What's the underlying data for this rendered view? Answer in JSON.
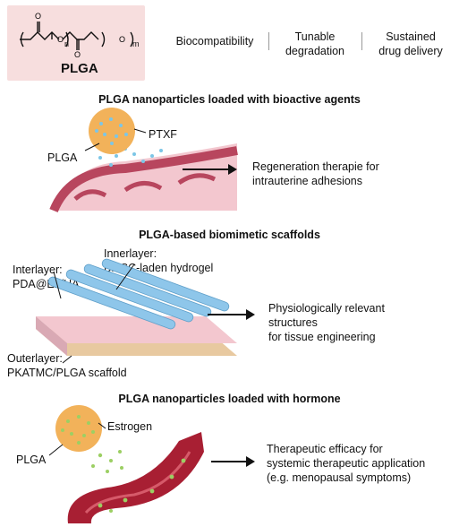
{
  "formula": {
    "label": "PLGA",
    "sub_n": "n",
    "sub_m": "m"
  },
  "properties": [
    {
      "line1": "Biocompatibility",
      "line2": ""
    },
    {
      "line1": "Tunable",
      "line2": "degradation"
    },
    {
      "line1": "Sustained",
      "line2": "drug delivery"
    }
  ],
  "section1": {
    "title": "PLGA nanoparticles loaded with bioactive agents",
    "particle_label": "PLGA",
    "drug_label": "PTXF",
    "outcome_line1": "Regeneration therapie for",
    "outcome_line2": "intrauterine adhesions"
  },
  "section2": {
    "title": "PLGA-based biomimetic scaffolds",
    "inner_line1": "Innerlayer:",
    "inner_line2": "BMSC-laden hydrogel",
    "inter_line1": "Interlayer:",
    "inter_line2": "PDA@E2/HA",
    "outer_line1": "Outerlayer:",
    "outer_line2": "PKATMC/PLGA scaffold",
    "outcome_line1": "Physiologically relevant",
    "outcome_line2": "structures",
    "outcome_line3": "for tissue engineering"
  },
  "section3": {
    "title": "PLGA nanoparticles loaded with hormone",
    "particle_label": "PLGA",
    "drug_label": "Estrogen",
    "outcome_line1": "Therapeutic efficacy for",
    "outcome_line2": "systemic therapeutic application",
    "outcome_line3": "(e.g. menopausal symptoms)"
  },
  "colors": {
    "formula_bg": "#f7dede",
    "particle": "#f2b25a",
    "tissue": "#b8465e",
    "tissue_light": "#f3c7cf",
    "vessel": "#a81f33",
    "hydrogel": "#8ec6ea",
    "scaffold_base": "#e8c9a0",
    "dots": "#7cc6e6",
    "green_dots": "#9ccf63"
  }
}
